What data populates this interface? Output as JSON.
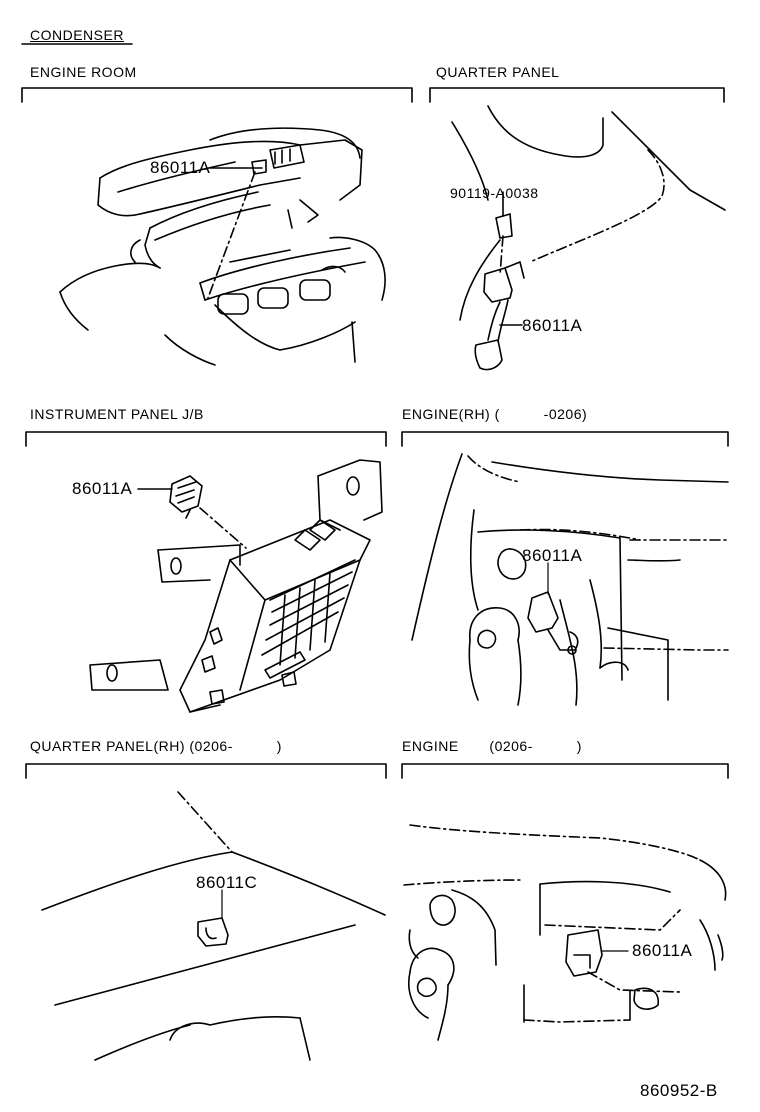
{
  "title": "CONDENSER",
  "panels": [
    {
      "label": "ENGINE ROOM",
      "parts": [
        "86011A"
      ]
    },
    {
      "label": "QUARTER PANEL",
      "parts": [
        "90119-A0038",
        "86011A"
      ]
    },
    {
      "label": "INSTRUMENT PANEL J/B",
      "parts": [
        "86011A"
      ]
    },
    {
      "label": "ENGINE(RH) (          -0206)",
      "parts": [
        "86011A"
      ]
    },
    {
      "label": "QUARTER PANEL(RH) (0206-          )",
      "parts": [
        "86011C"
      ]
    },
    {
      "label": "ENGINE       (0206-          )",
      "parts": [
        "86011A"
      ]
    }
  ],
  "figure_code": "860952-B"
}
